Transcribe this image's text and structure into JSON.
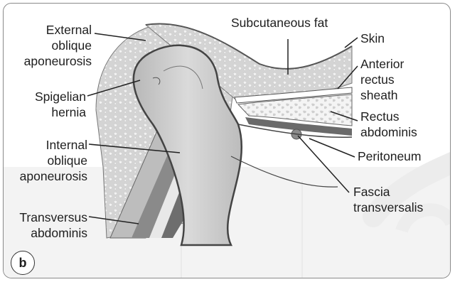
{
  "labels": {
    "external_oblique_1": "External",
    "external_oblique_2": "oblique",
    "external_oblique_3": "aponeurosis",
    "spigelian_1": "Spigelian",
    "spigelian_2": "hernia",
    "internal_oblique_1": "Internal",
    "internal_oblique_2": "oblique",
    "internal_oblique_3": "aponeurosis",
    "transversus_1": "Transversus",
    "transversus_2": "abdominis",
    "subcutaneous_fat": "Subcutaneous fat",
    "skin": "Skin",
    "anterior_rectus_1": "Anterior",
    "anterior_rectus_2": "rectus",
    "anterior_rectus_3": "sheath",
    "rectus_1": "Rectus",
    "rectus_2": "abdominis",
    "peritoneum": "Peritoneum",
    "fascia_1": "Fascia",
    "fascia_2": "transversalis"
  },
  "panel_label": "b",
  "colors": {
    "frame": "#8a8a8a",
    "tissue": "#d3d3d3",
    "hernia_sac": "#c4c4c4",
    "leader_lines": "#222222"
  }
}
